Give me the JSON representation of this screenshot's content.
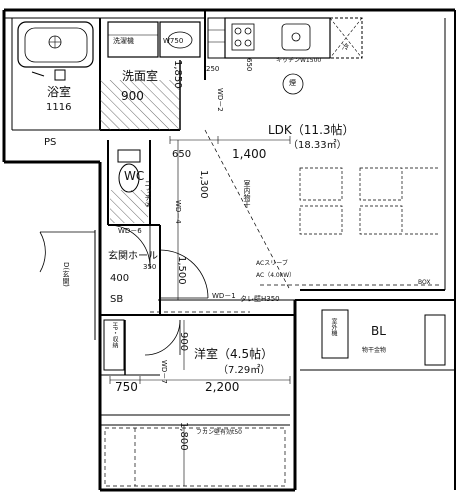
{
  "rooms": {
    "bath": {
      "name": "浴室",
      "size": "1116"
    },
    "ps": "PS",
    "washroom": {
      "name": "洗面室",
      "dim_w": "900",
      "dim_h": "1,850"
    },
    "washer": "洗濯機",
    "washstand": "W750",
    "ldk": {
      "name": "LDK（11.3帖）",
      "area": "（18.33㎡）"
    },
    "kitchen": "キッチンW1500",
    "fridge": "冷",
    "range_hood": "煙",
    "wc": "WC",
    "hall": "玄関ホール",
    "entry": "D(玄関)",
    "sb": "SB",
    "bl": "BL",
    "bedroom": {
      "name": "洋室（4.5帖）",
      "area": "（7.29㎡）"
    },
    "outdoor_unit": "室外機",
    "laundry_hardware": "物干金物",
    "hp": "HP・収納"
  },
  "dims": {
    "d250": "250",
    "d650_top": "650",
    "d650": "650",
    "d1400": "1,400",
    "d1300": "1,300",
    "d1500": "1,500",
    "d400": "400",
    "d350": "350",
    "d900": "900",
    "d750": "750",
    "d2200": "2,200",
    "d1800": "1,800"
  },
  "notes": {
    "wd2": "WD－2",
    "wd4": "WD－4",
    "wd6": "WD－6",
    "wd1": "WD－1",
    "wd7": "WD－7",
    "niche": "ニッチ②",
    "indoor_clothes": "室内物干",
    "ac_sleeve": "ACスリーブ",
    "ac": "AC（4.0kW）",
    "tare_wall": "タレ壁H350",
    "box": "BOX",
    "fukan": "フカン壁有効t50"
  }
}
